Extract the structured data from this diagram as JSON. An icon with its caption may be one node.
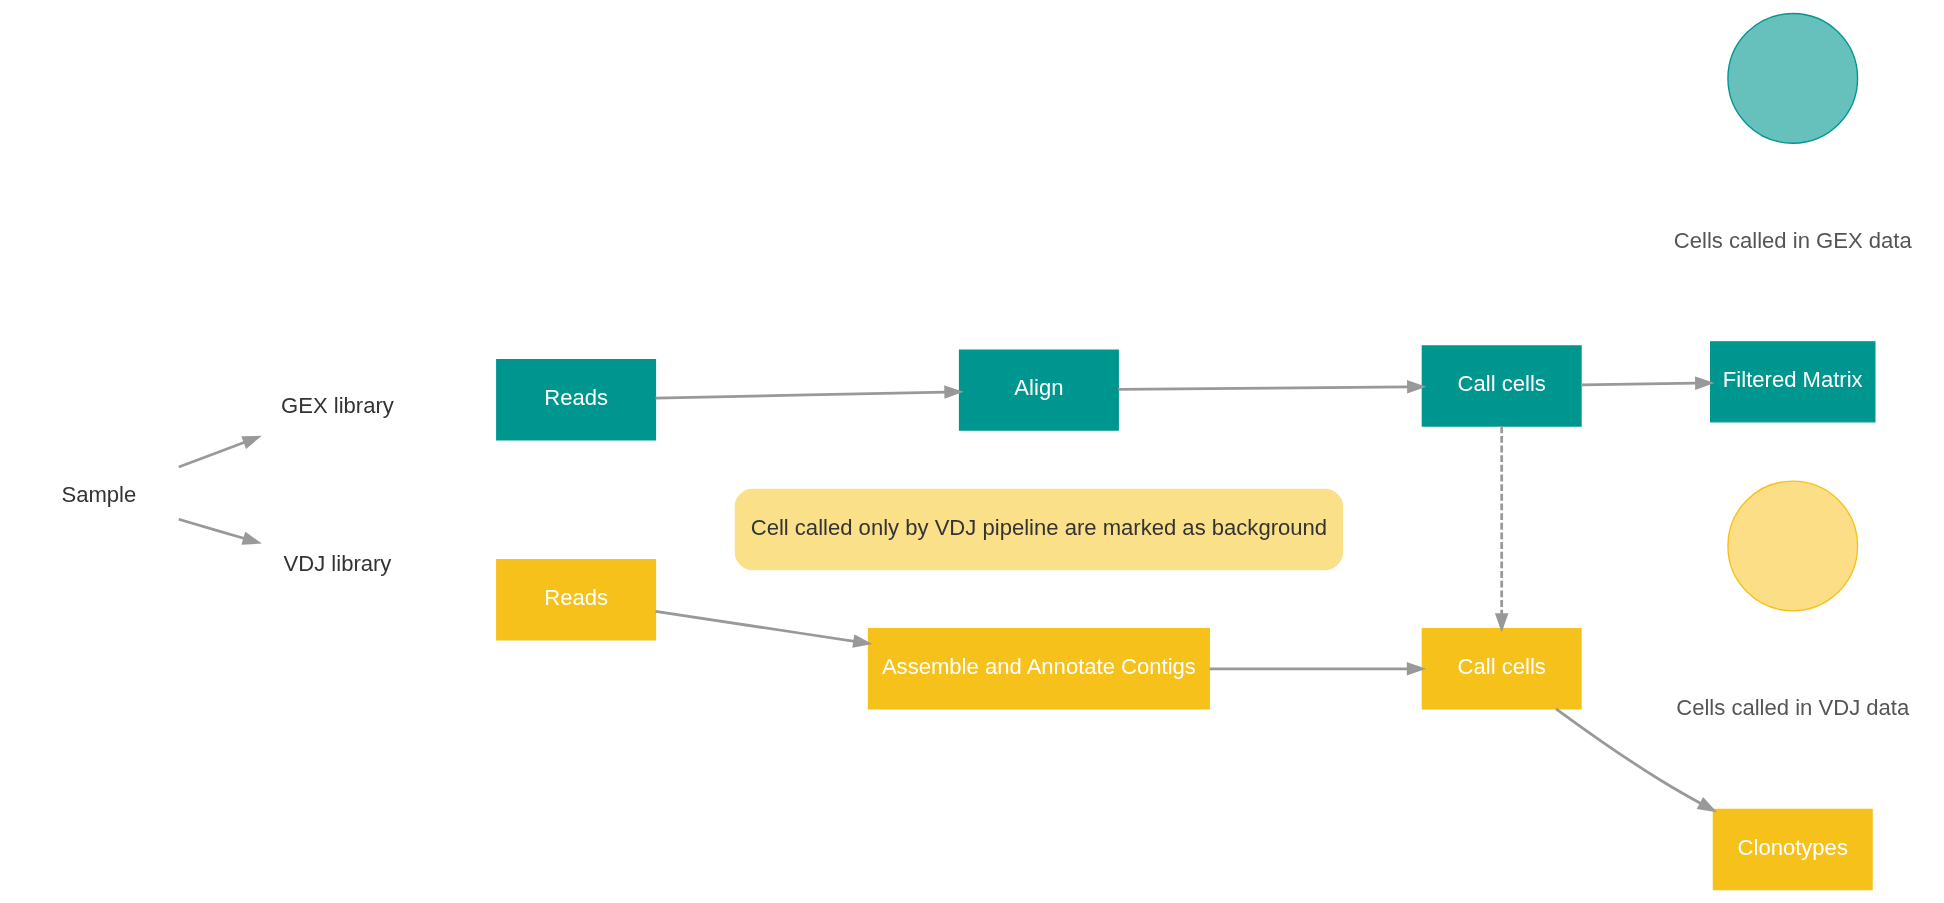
{
  "diagram": {
    "nodes": [
      {
        "text": [
          "Sample"
        ]
      },
      {
        "text": [
          "GEX library"
        ]
      },
      {
        "text": [
          "VDJ library"
        ]
      },
      {
        "text": [
          "Reads"
        ]
      },
      {
        "text": [
          "Align"
        ]
      },
      {
        "text": [
          "Call cells"
        ]
      },
      {
        "text": [
          "Filtered Matrix"
        ]
      },
      {
        "text": [
          "Reads"
        ]
      },
      {
        "text": [
          "Assemble and Annotate Contigs"
        ]
      },
      {
        "text": [
          "Call cells"
        ]
      },
      {
        "text": [
          "Clonotypes"
        ]
      },
      {
        "text": [
          "Cell called only by VDJ pipeline are marked as background"
        ]
      },
      {
        "text": [],
        "shape": "circle",
        "beside": [
          "Cells called in GEX data"
        ]
      },
      {
        "text": [],
        "shape": "circle",
        "beside": [
          "Cells called in VDJ data"
        ]
      }
    ],
    "edges": [
      {
        "from": 0,
        "to": 1,
        "arrow": "to"
      },
      {
        "from": 0,
        "to": 2,
        "arrow": "to"
      },
      {
        "from": 3,
        "to": 4,
        "arrow": "to"
      },
      {
        "from": 4,
        "to": 5,
        "arrow": "to"
      },
      {
        "from": 5,
        "to": 6,
        "arrow": "to"
      },
      {
        "from": 7,
        "to": 8,
        "arrow": "to"
      },
      {
        "from": 8,
        "to": 9,
        "arrow": "to"
      },
      {
        "from": 9,
        "to": 10,
        "arrow": "to"
      },
      {
        "from": 5,
        "to": 9,
        "arrow": "to",
        "style": "dashed"
      }
    ]
  }
}
